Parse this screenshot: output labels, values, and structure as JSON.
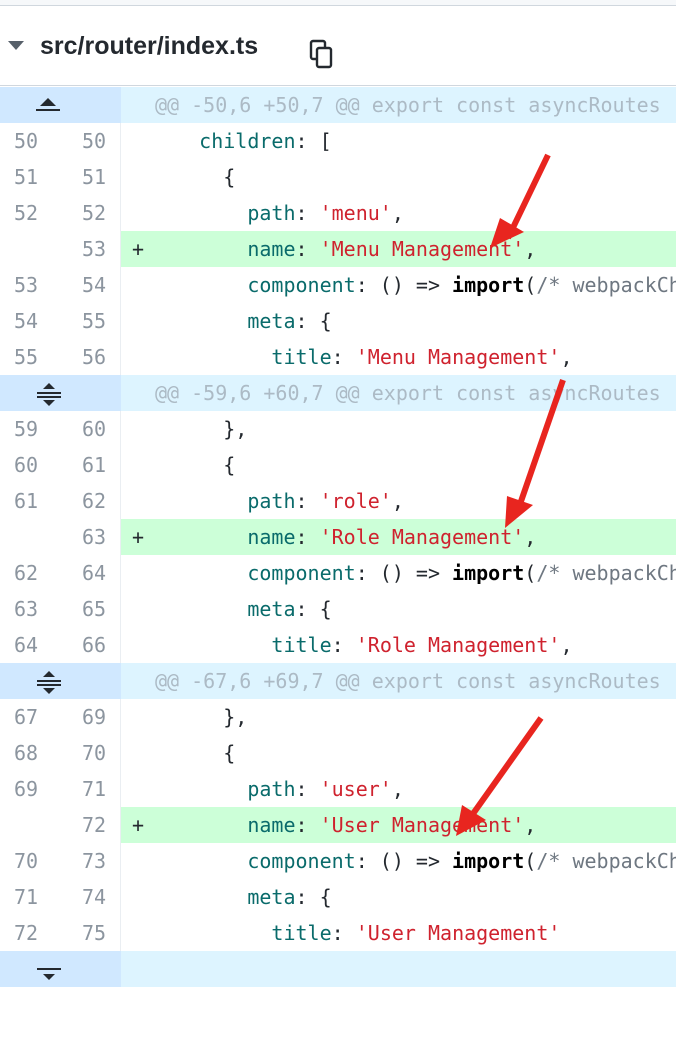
{
  "file": {
    "path": "src/router/index.ts",
    "icons": {
      "collapse": "caret-down-icon",
      "copy": "copy-icon"
    }
  },
  "hunks": [
    {
      "header": "@@ -50,6 +50,7 @@ export const asyncRoutes",
      "expander": "expand-up-icon"
    },
    {
      "header": "@@ -59,6 +60,7 @@ export const asyncRoutes",
      "expander": "expand-both-icon"
    },
    {
      "header": "@@ -67,6 +69,7 @@ export const asyncRoutes",
      "expander": "expand-both-icon"
    },
    {
      "header": "",
      "expander": "expand-down-icon"
    }
  ],
  "lines": [
    {
      "old": "50",
      "new": "50",
      "type": "ctx",
      "text": "    children: ["
    },
    {
      "old": "51",
      "new": "51",
      "type": "ctx",
      "text": "      {"
    },
    {
      "old": "52",
      "new": "52",
      "type": "ctx",
      "text": "        path: 'menu',"
    },
    {
      "old": "",
      "new": "53",
      "type": "add",
      "text": "        name: 'Menu Management',"
    },
    {
      "old": "53",
      "new": "54",
      "type": "ctx",
      "text": "        component: () => import(/* webpackChunkName"
    },
    {
      "old": "54",
      "new": "55",
      "type": "ctx",
      "text": "        meta: {"
    },
    {
      "old": "55",
      "new": "56",
      "type": "ctx",
      "text": "          title: 'Menu Management',"
    },
    {
      "old": "59",
      "new": "60",
      "type": "ctx",
      "text": "      },"
    },
    {
      "old": "60",
      "new": "61",
      "type": "ctx",
      "text": "      {"
    },
    {
      "old": "61",
      "new": "62",
      "type": "ctx",
      "text": "        path: 'role',"
    },
    {
      "old": "",
      "new": "63",
      "type": "add",
      "text": "        name: 'Role Management',"
    },
    {
      "old": "62",
      "new": "64",
      "type": "ctx",
      "text": "        component: () => import(/* webpackChunkName"
    },
    {
      "old": "63",
      "new": "65",
      "type": "ctx",
      "text": "        meta: {"
    },
    {
      "old": "64",
      "new": "66",
      "type": "ctx",
      "text": "          title: 'Role Management',"
    },
    {
      "old": "67",
      "new": "69",
      "type": "ctx",
      "text": "      },"
    },
    {
      "old": "68",
      "new": "70",
      "type": "ctx",
      "text": "      {"
    },
    {
      "old": "69",
      "new": "71",
      "type": "ctx",
      "text": "        path: 'user',"
    },
    {
      "old": "",
      "new": "72",
      "type": "add",
      "text": "        name: 'User Management',"
    },
    {
      "old": "70",
      "new": "73",
      "type": "ctx",
      "text": "        component: () => import(/* webpackChunkName"
    },
    {
      "old": "71",
      "new": "74",
      "type": "ctx",
      "text": "        meta: {"
    },
    {
      "old": "72",
      "new": "75",
      "type": "ctx",
      "text": "          title: 'User Management'"
    }
  ],
  "add_marker": "+",
  "colors": {
    "addition_bg": "#ccffd8",
    "hunk_bg": "#ddf4ff",
    "annotation_arrow": "#e8251f"
  }
}
